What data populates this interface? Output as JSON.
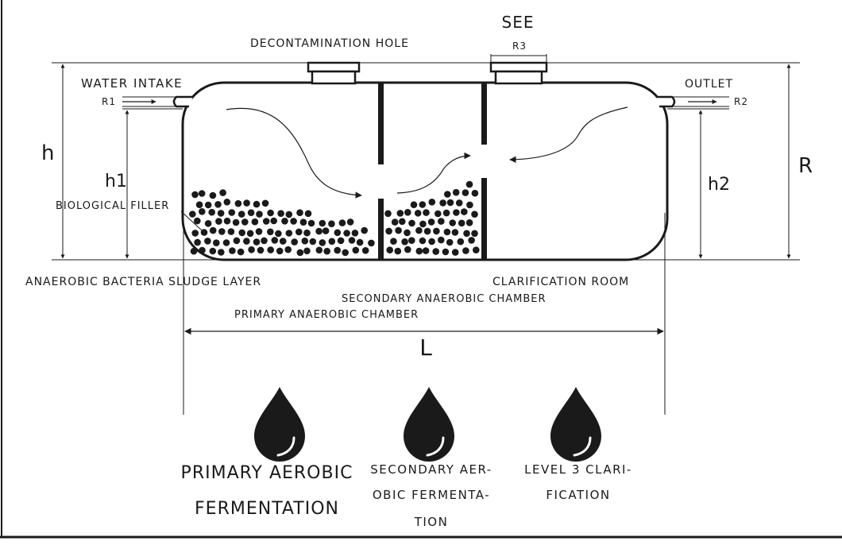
{
  "labels": {
    "see": "SEE",
    "decontamination_hole": "DECONTAMINATION HOLE",
    "r3": "R3",
    "water_intake": "WATER INTAKE",
    "r1": "R1",
    "outlet": "OUTLET",
    "r2": "R2",
    "h": "h",
    "h1": "h1",
    "h2": "h2",
    "R": "R",
    "L": "L",
    "biological_filler": "BIOLOGICAL FILLER",
    "sludge_layer": "ANAEROBIC BACTERIA SLUDGE LAYER",
    "clarification_room": "CLARIFICATION ROOM",
    "secondary_anaerobic": "SECONDARY ANAEROBIC CHAMBER",
    "primary_anaerobic": "PRIMARY ANAEROBIC CHAMBER"
  },
  "stages": [
    {
      "lines": [
        "PRIMARY AEROBIC",
        "FERMENTATION"
      ]
    },
    {
      "lines": [
        "SECONDARY AER-",
        "OBIC FERMENTA-",
        "TION"
      ]
    },
    {
      "lines": [
        "LEVEL 3 CLARI-",
        "FICATION"
      ]
    }
  ],
  "icons": {
    "drop": "water-drop-icon",
    "flow": "flow-arrow-icon"
  },
  "colors": {
    "ink": "#1a1a1a",
    "background": "#ffffff"
  }
}
